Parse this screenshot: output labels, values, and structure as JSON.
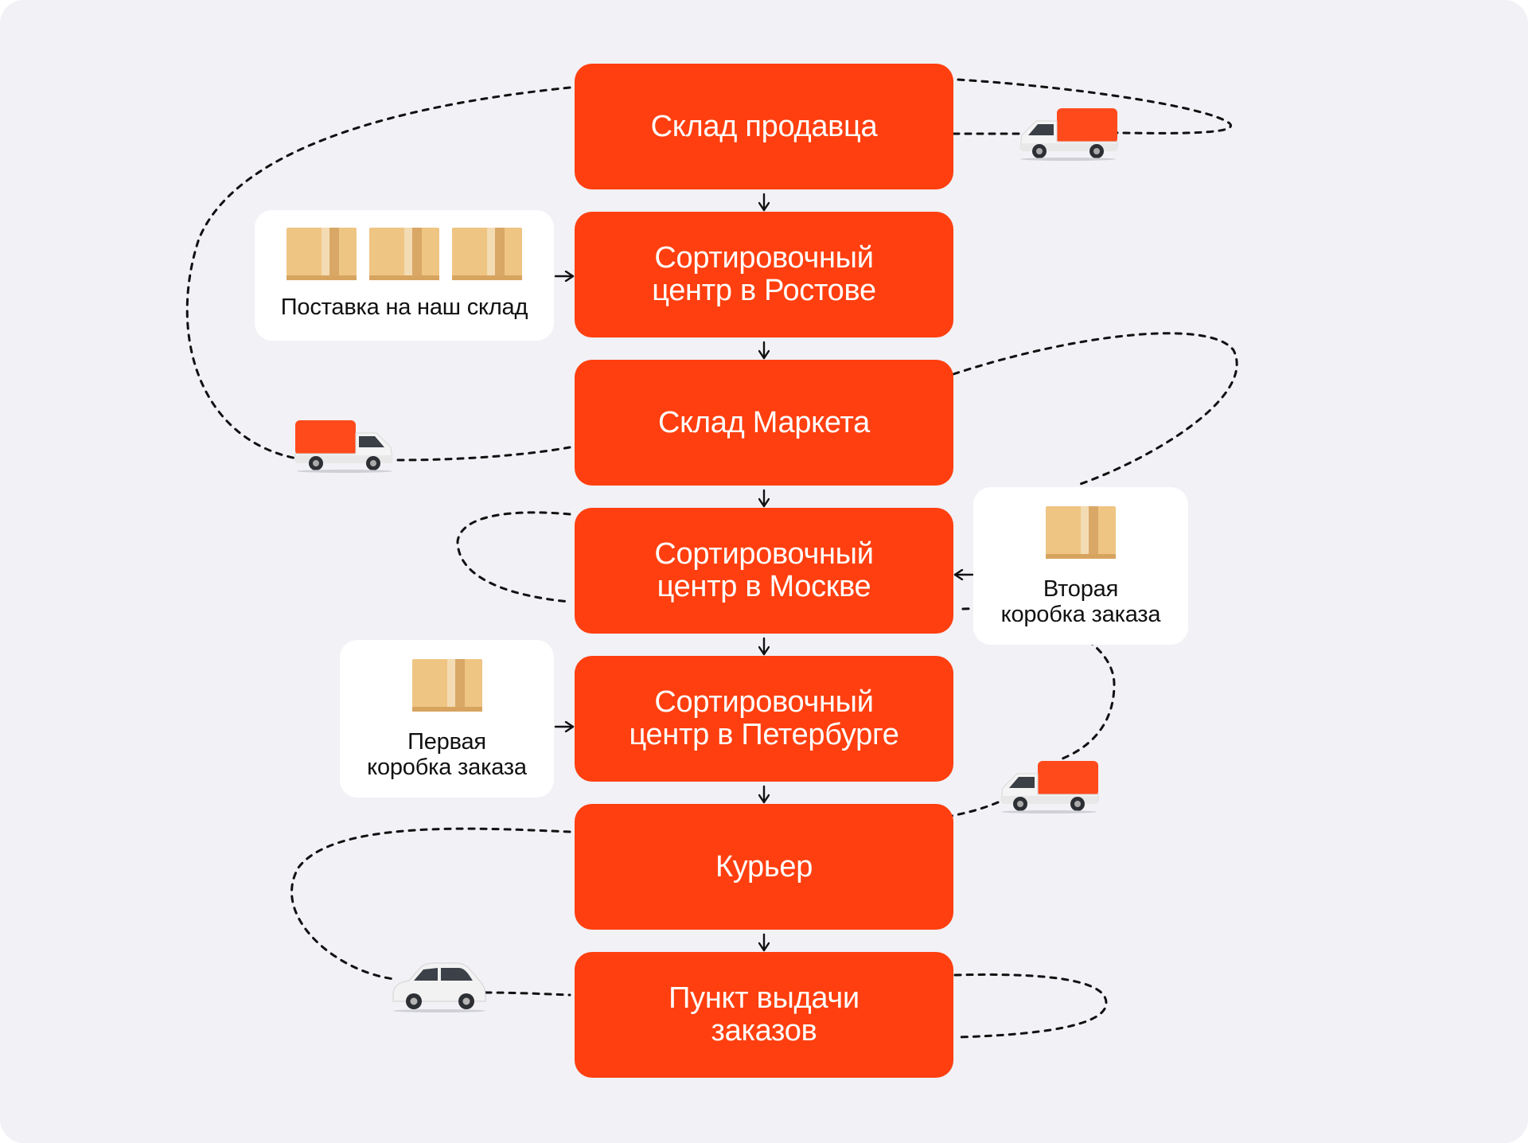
{
  "stages": [
    {
      "label": "Склад продавца"
    },
    {
      "label": "Сортировочный\nцентр в Ростове"
    },
    {
      "label": "Склад Маркета"
    },
    {
      "label": "Сортировочный\nцентр в Москве"
    },
    {
      "label": "Сортировочный\nцентр в Петербурге"
    },
    {
      "label": "Курьер"
    },
    {
      "label": "Пункт выдачи\nзаказов"
    }
  ],
  "cards": {
    "supply": {
      "label": "Поставка на наш склад"
    },
    "second_box": {
      "label": "Вторая\nкоробка заказа"
    },
    "first_box": {
      "label": "Первая\nкоробка заказа"
    }
  },
  "icons": {
    "vehicles": [
      "delivery-van-icon",
      "delivery-van-icon",
      "delivery-van-icon",
      "passenger-car-icon"
    ],
    "box": "cardboard-box-icon",
    "arrow": "arrow-down-icon"
  },
  "colors": {
    "background": "#f1f1f6",
    "stage_fill": "#ff3f0f",
    "stage_text": "#ffffff",
    "card_fill": "#ffffff",
    "box_fill": "#f0c987",
    "dashed_line": "#111111"
  }
}
